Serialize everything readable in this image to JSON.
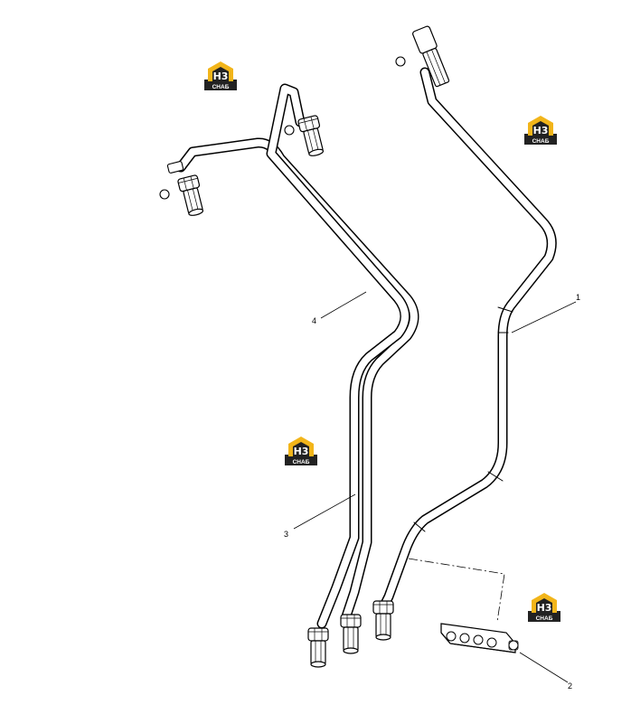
{
  "diagram": {
    "callouts": [
      {
        "id": "1",
        "label": "1"
      },
      {
        "id": "2",
        "label": "2"
      },
      {
        "id": "3",
        "label": "3"
      },
      {
        "id": "4",
        "label": "4"
      }
    ],
    "watermark": {
      "logo_main": "H3",
      "logo_sub": "CHAБ",
      "colors": {
        "accent": "#f2b51a",
        "dark": "#222222"
      }
    }
  }
}
